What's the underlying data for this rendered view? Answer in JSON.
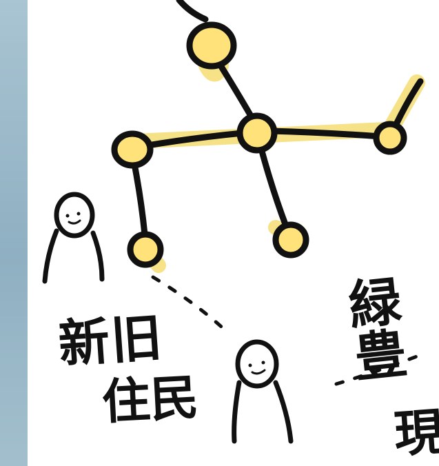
{
  "colors": {
    "ink": "#111111",
    "highlight": "#f6df7a",
    "node_fill": "#ffe27a",
    "paper": "#ffffff",
    "edge_band": "#a6c0ce"
  },
  "labels": {
    "shinkyu": "新旧",
    "jumin": "住民",
    "ryokuho": "緑豊",
    "gen": "現"
  }
}
